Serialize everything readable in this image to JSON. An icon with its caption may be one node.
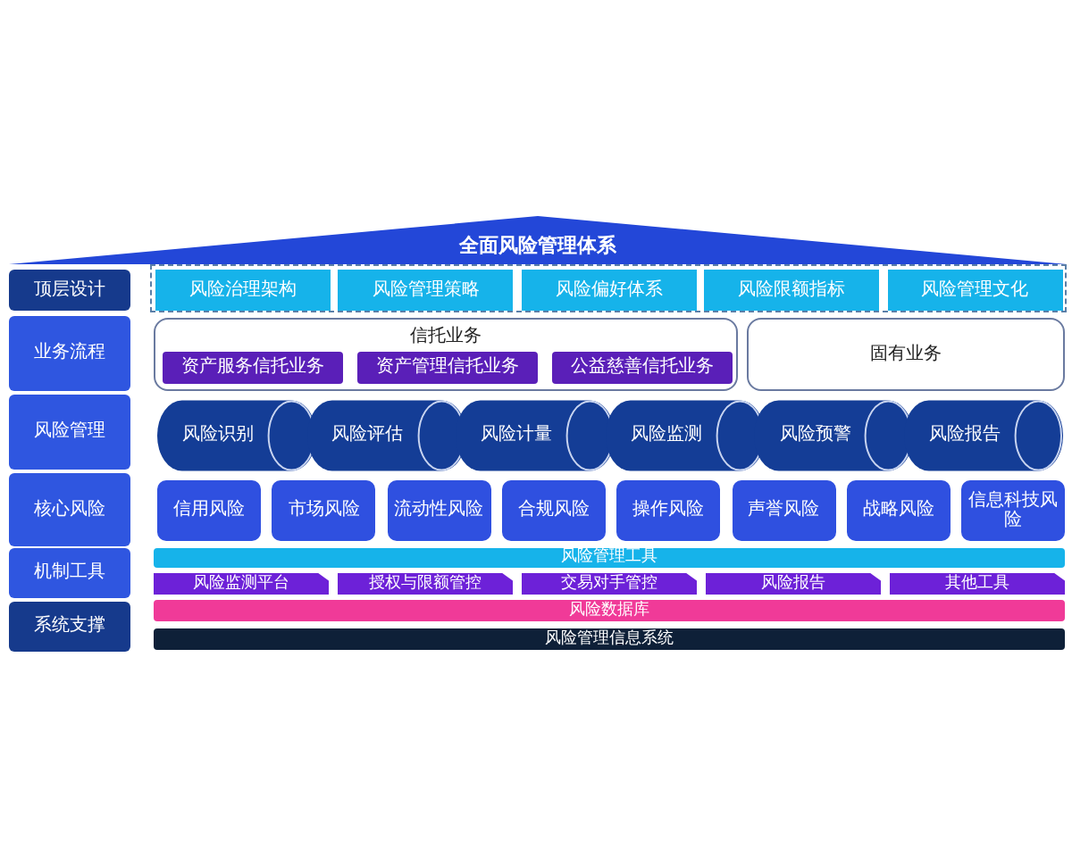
{
  "diagram": {
    "nodes": [
      {
        "text": [
          "全面风险管理体系"
        ]
      },
      {
        "text": [
          "顶层设计"
        ]
      },
      {
        "text": [],
        "shape": "box"
      },
      {
        "text": [
          "风险治理架构"
        ],
        "in": 2
      },
      {
        "text": [
          "风险管理策略"
        ],
        "in": 2
      },
      {
        "text": [
          "风险偏好体系"
        ],
        "in": 2
      },
      {
        "text": [
          "风险限额指标"
        ],
        "in": 2
      },
      {
        "text": [
          "风险管理文化"
        ],
        "in": 2
      },
      {
        "text": [
          "业务流程"
        ]
      },
      {
        "text": [
          "信托业务"
        ]
      },
      {
        "text": [
          "资产服务信托业务"
        ],
        "in": 9
      },
      {
        "text": [
          "资产管理信托业务"
        ],
        "in": 9
      },
      {
        "text": [
          "公益慈善信托业务"
        ],
        "in": 9
      },
      {
        "text": [
          "固有业务"
        ]
      },
      {
        "text": [
          "风险管理"
        ]
      },
      {
        "text": [
          "风险识别"
        ]
      },
      {
        "text": [
          "风险评估"
        ]
      },
      {
        "text": [
          "风险计量"
        ]
      },
      {
        "text": [
          "风险监测"
        ]
      },
      {
        "text": [
          "风险预警"
        ]
      },
      {
        "text": [
          "风险报告"
        ]
      },
      {
        "text": [
          "核心风险"
        ]
      },
      {
        "text": [
          "信用风险"
        ]
      },
      {
        "text": [
          "市场风险"
        ]
      },
      {
        "text": [
          "流动性风险"
        ]
      },
      {
        "text": [
          "合规风险"
        ]
      },
      {
        "text": [
          "操作风险"
        ]
      },
      {
        "text": [
          "声誉风险"
        ]
      },
      {
        "text": [
          "战略风险"
        ]
      },
      {
        "text": [
          "信息科技风险"
        ]
      },
      {
        "text": [
          "机制工具"
        ]
      },
      {
        "text": [
          "风险管理工具"
        ]
      },
      {
        "text": [
          "风险监测平台"
        ]
      },
      {
        "text": [
          "授权与限额管控"
        ]
      },
      {
        "text": [
          "交易对手管控"
        ]
      },
      {
        "text": [
          "风险报告"
        ]
      },
      {
        "text": [
          "其他工具"
        ]
      },
      {
        "text": [
          "系统支撑"
        ]
      },
      {
        "text": [
          "风险数据库"
        ]
      },
      {
        "text": [
          "风险管理信息系统"
        ]
      }
    ],
    "edges": []
  }
}
